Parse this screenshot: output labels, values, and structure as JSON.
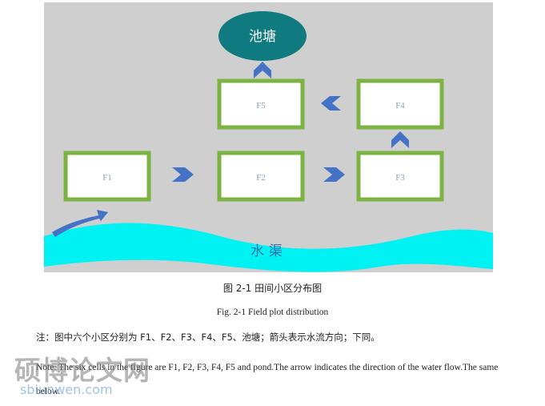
{
  "colors": {
    "background": "#cfcfcf",
    "plot_border": "#7cb342",
    "plot_fill": "#ffffff",
    "pond": "#0f7a7f",
    "arrow": "#4472c4",
    "canal": "#00f2f2"
  },
  "diagram": {
    "pond_label": "池塘",
    "canal_label": "水渠",
    "plots": [
      "F1",
      "F2",
      "F3",
      "F4",
      "F5"
    ],
    "icons": [
      "inflow-arrow-icon",
      "chevron-right-icon",
      "chevron-up-icon",
      "chevron-left-icon"
    ]
  },
  "caption_cn": "图 2-1  田间小区分布图",
  "caption_en": "Fig. 2-1 Field plot distribution",
  "note_cn": "注：图中六个小区分别为 F1、F2、F3、F4、F5、池塘；箭头表示水流方向；下同。",
  "note_en": "Note: The six cells in the figure are F1, F2, F3, F4, F5 and pond.The arrow indicates the direction of the water flow.The same below.",
  "watermark": {
    "text": "硕博论文网",
    "url": "sbiunwen.com"
  }
}
